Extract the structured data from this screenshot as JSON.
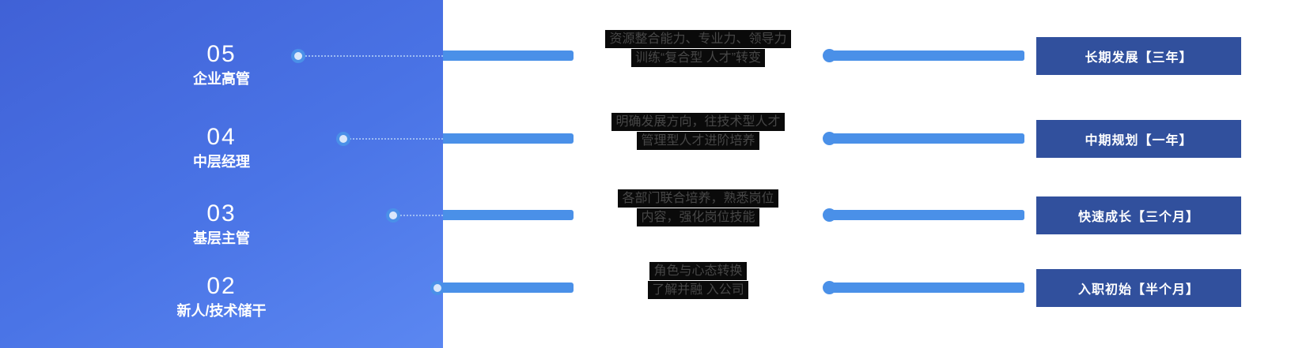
{
  "rows": [
    {
      "level": "05",
      "role": "企业高管",
      "desc_line1": "资源整合能力、专业力、领导力",
      "desc_line2": "训练“复合型 人才”转变",
      "stage": "长期发展【三年】"
    },
    {
      "level": "04",
      "role": "中层经理",
      "desc_line1": "明确发展方向，往技术型人才",
      "desc_line2": "管理型人才进阶培养",
      "stage": "中期规划【一年】"
    },
    {
      "level": "03",
      "role": "基层主管",
      "desc_line1": "各部门联合培养，熟悉岗位",
      "desc_line2": "内容，强化岗位技能",
      "stage": "快速成长【三个月】"
    },
    {
      "level": "02",
      "role": "新人/技术储干",
      "desc_line1": "角色与心态转换",
      "desc_line2": "了解并融 入公司",
      "stage": "入职初始【半个月】"
    }
  ],
  "colors": {
    "panel_gradient_start": "#4061d6",
    "panel_gradient_end": "#5b87f1",
    "bar": "#4a90e8",
    "dotted_line": "#9dbcf4",
    "stage_box": "#31509d",
    "desc_background": "#0a0a0a",
    "desc_text": "#474747",
    "text_on_panel": "#ffffff"
  }
}
